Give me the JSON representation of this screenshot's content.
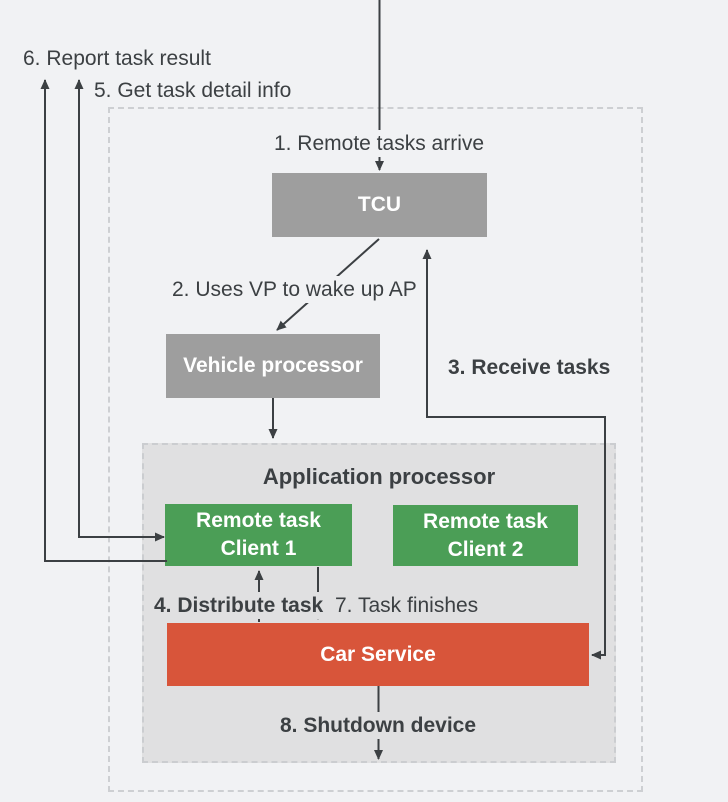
{
  "colors": {
    "background": "#F1F2F4",
    "panel_fill": "#E0E0E1",
    "panel_border": "#CBCDD0",
    "dash_border": "#CDCFD2",
    "gray_box": "#9E9E9E",
    "green_box": "#4B9E56",
    "red_box": "#D8553A",
    "line": "#3C4043",
    "text": "#3C4043",
    "box_text": "#FFFFFF"
  },
  "nodes": {
    "tcu": {
      "label": "TCU"
    },
    "vehicle_processor": {
      "label": "Vehicle processor"
    },
    "application_processor": {
      "title": "Application processor"
    },
    "remote_task_client_1": {
      "line1": "Remote task",
      "line2": "Client 1"
    },
    "remote_task_client_2": {
      "line1": "Remote task",
      "line2": "Client 2"
    },
    "car_service": {
      "label": "Car Service"
    }
  },
  "steps": {
    "s1": "1. Remote tasks arrive",
    "s2": "2. Uses VP to wake up AP",
    "s3": "3. Receive tasks",
    "s4": "4. Distribute task",
    "s5": "5. Get task detail info",
    "s6": "6. Report task result",
    "s7": "7. Task finishes",
    "s8": "8. Shutdown device"
  }
}
